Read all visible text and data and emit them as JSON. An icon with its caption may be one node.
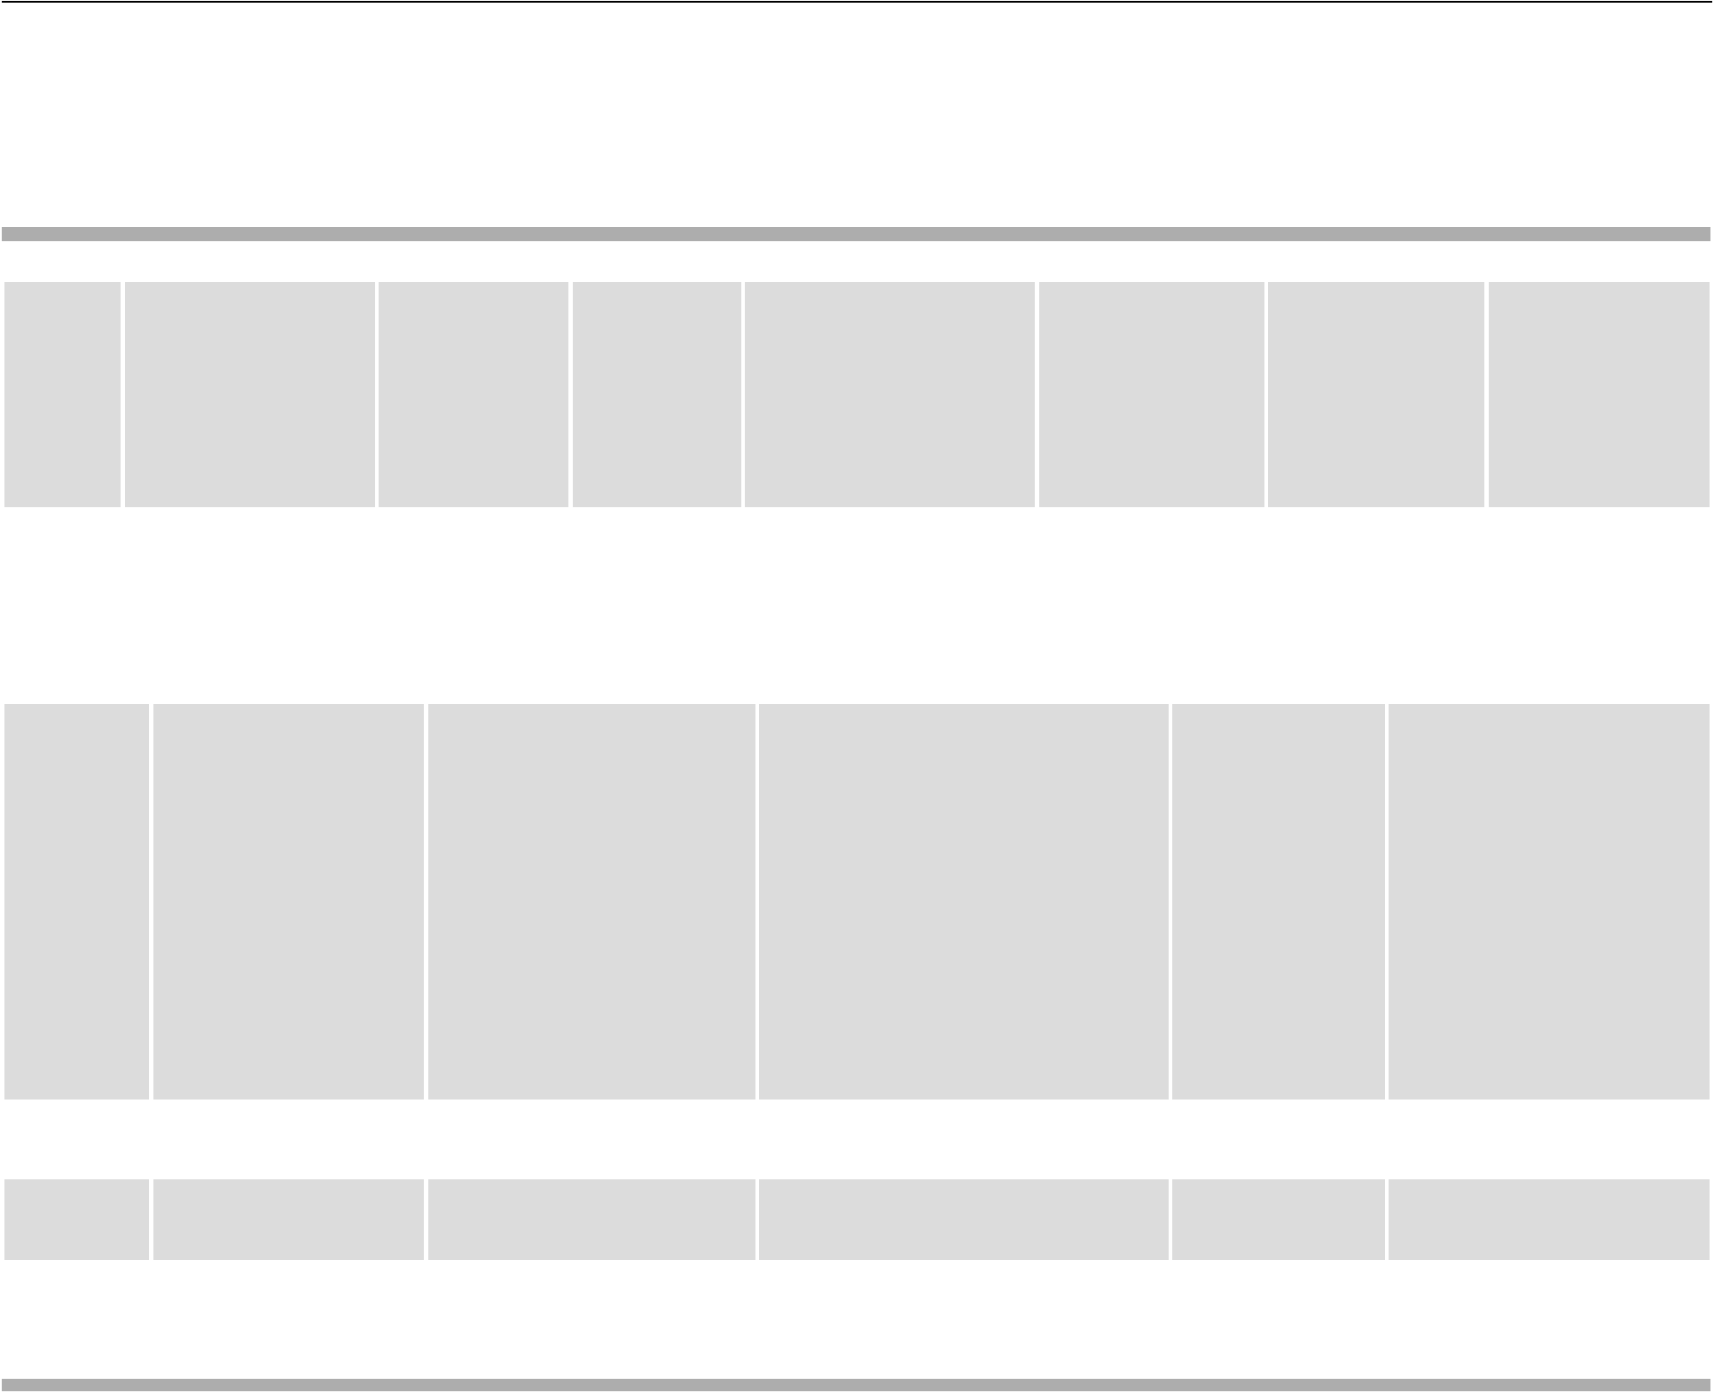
{
  "diagram": {
    "nodes": [
      {
        "text": [],
        "shape": "box"
      },
      {
        "text": [],
        "shape": "box"
      },
      {
        "text": [],
        "shape": "box"
      },
      {
        "text": [],
        "shape": "box"
      },
      {
        "text": [],
        "shape": "box"
      },
      {
        "text": [],
        "shape": "box"
      },
      {
        "text": [],
        "shape": "box"
      },
      {
        "text": [],
        "shape": "box"
      },
      {
        "text": [],
        "shape": "box"
      },
      {
        "text": [],
        "shape": "box"
      },
      {
        "text": [],
        "shape": "box"
      },
      {
        "text": [],
        "shape": "box"
      },
      {
        "text": [],
        "shape": "box"
      },
      {
        "text": [],
        "shape": "box"
      },
      {
        "text": [],
        "shape": "box"
      },
      {
        "text": [],
        "shape": "box"
      },
      {
        "text": [],
        "shape": "box"
      },
      {
        "text": [],
        "shape": "box"
      },
      {
        "text": [],
        "shape": "box"
      },
      {
        "text": [],
        "shape": "box"
      }
    ]
  }
}
